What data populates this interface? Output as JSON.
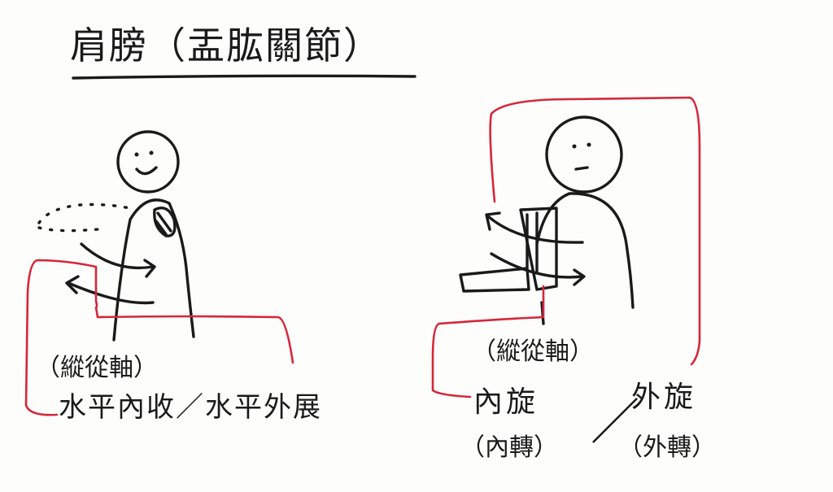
{
  "title": "肩膀（盂肱關節）",
  "left_panel": {
    "axis_label": "（縱從軸）",
    "motion_label": "水平內收／水平外展"
  },
  "right_panel": {
    "axis_label": "（縱從軸）",
    "internal_label": "內旋",
    "internal_sub": "（內轉）",
    "separator": "／",
    "external_label": "外旋",
    "external_sub": "（外轉）"
  },
  "colors": {
    "ink": "#1a1a1a",
    "accent": "#d6263a"
  }
}
